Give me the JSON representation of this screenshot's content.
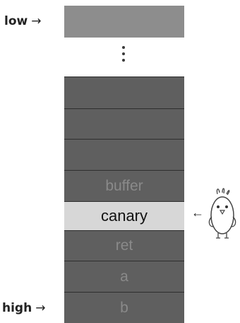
{
  "labels": {
    "low": "low",
    "high": "high"
  },
  "stack": {
    "cells": [
      {
        "text": ""
      },
      {
        "text": ""
      },
      {
        "text": ""
      },
      {
        "text": "buffer"
      },
      {
        "text": "canary"
      },
      {
        "text": "ret"
      },
      {
        "text": "a"
      },
      {
        "text": "b"
      }
    ]
  },
  "colors": {
    "top_block": "#8d8d8d",
    "cell": "#5f5f5f",
    "canary_highlight": "#d7d7d7"
  },
  "icons": {
    "arrow": "right-arrow",
    "canary_arrow": "left-arrow",
    "bird": "canary-bird-icon"
  }
}
